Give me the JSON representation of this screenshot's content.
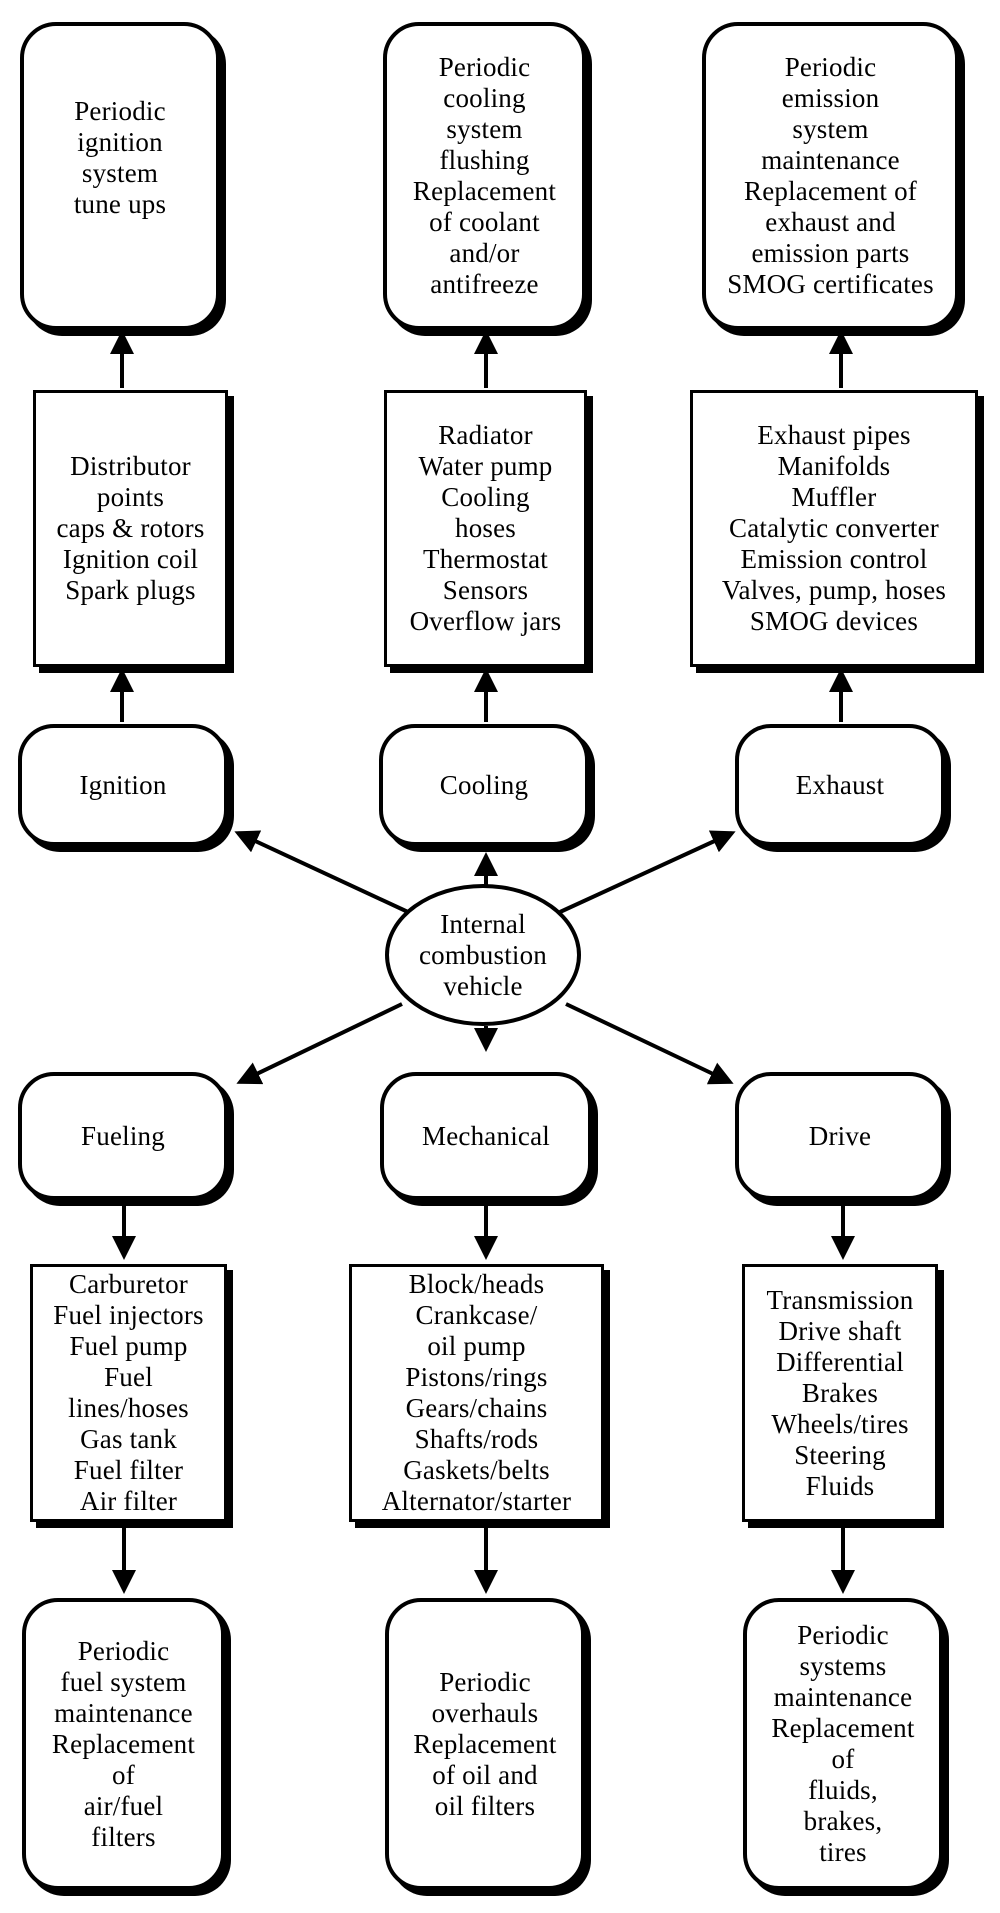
{
  "center": {
    "label": "Internal\ncombustion\nvehicle"
  },
  "systems": [
    {
      "name": "Ignition",
      "components": "Distributor\npoints\ncaps & rotors\nIgnition coil\nSpark plugs",
      "maintenance": "Periodic\nignition\nsystem\ntune ups"
    },
    {
      "name": "Cooling",
      "components": "Radiator\nWater pump\nCooling\nhoses\nThermostat\nSensors\nOverflow jars",
      "maintenance": "Periodic\ncooling\nsystem\nflushing\nReplacement\nof coolant\nand/or\nantifreeze"
    },
    {
      "name": "Exhaust",
      "components": "Exhaust pipes\nManifolds\nMuffler\nCatalytic converter\nEmission control\nValves, pump, hoses\nSMOG devices",
      "maintenance": "Periodic\nemission\nsystem\nmaintenance\nReplacement of\nexhaust and\nemission parts\nSMOG certificates"
    },
    {
      "name": "Fueling",
      "components": "Carburetor\nFuel injectors\nFuel pump\nFuel\nlines/hoses\nGas tank\nFuel filter\nAir filter",
      "maintenance": "Periodic\nfuel system\nmaintenance\nReplacement\nof\nair/fuel\nfilters"
    },
    {
      "name": "Mechanical",
      "components": "Block/heads\nCrankcase/\noil pump\nPistons/rings\nGears/chains\nShafts/rods\nGaskets/belts\nAlternator/starter",
      "maintenance": "Periodic\noverhauls\nReplacement\nof oil and\noil filters"
    },
    {
      "name": "Drive",
      "components": "Transmission\nDrive shaft\nDifferential\nBrakes\nWheels/tires\nSteering\nFluids",
      "maintenance": "Periodic\nsystems\nmaintenance\nReplacement\nof\nfluids,\nbrakes,\ntires"
    }
  ]
}
